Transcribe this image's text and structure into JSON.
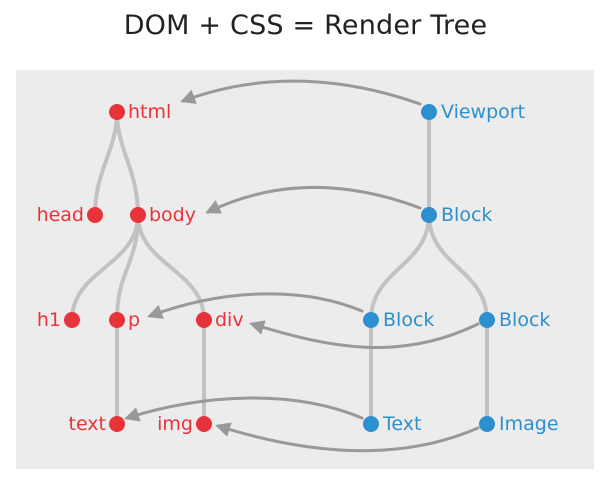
{
  "title": "DOM + CSS = Render Tree",
  "colors": {
    "dom": "#e8333a",
    "render": "#2e8fcf",
    "edge": "#c2c2c2",
    "arrow": "#999999",
    "panel": "#ececec"
  },
  "dom_nodes": {
    "html": "html",
    "head": "head",
    "body": "body",
    "h1": "h1",
    "p": "p",
    "div": "div",
    "text": "text",
    "img": "img"
  },
  "render_nodes": {
    "viewport": "Viewport",
    "block_body": "Block",
    "block_p": "Block",
    "block_div": "Block",
    "text": "Text",
    "image": "Image"
  }
}
